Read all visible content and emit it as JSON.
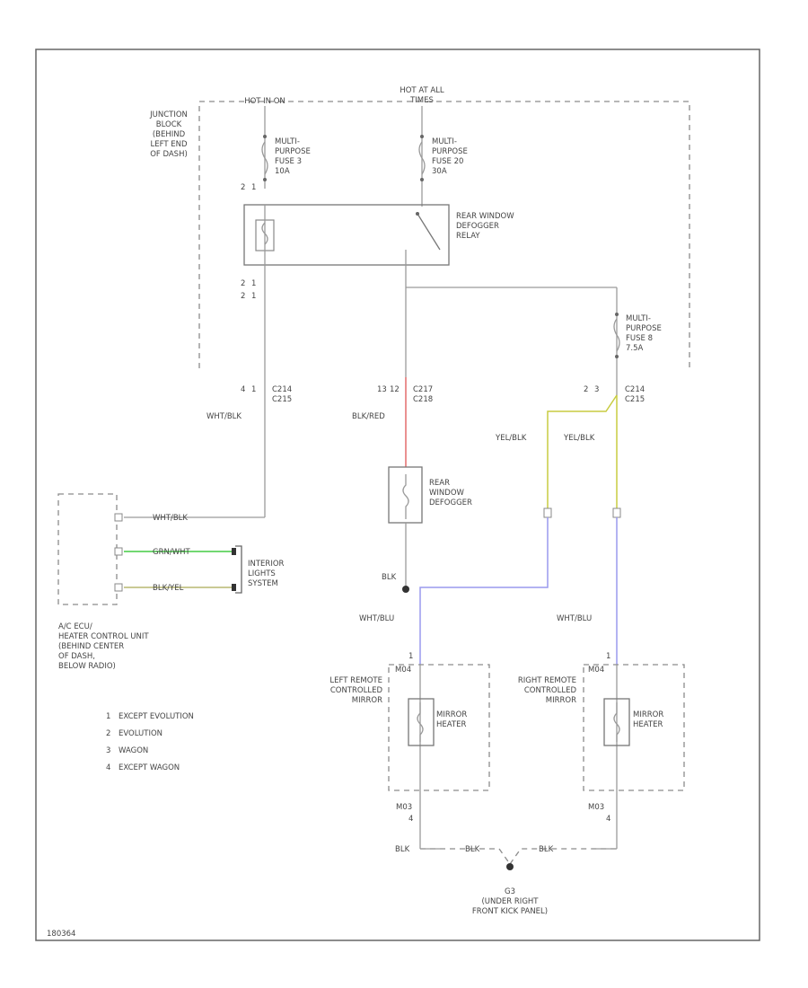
{
  "labels": {
    "hot_run": "HOT IN ON",
    "hot_all": "HOT AT ALL\nTIMES",
    "junction_block": "JUNCTION\nBLOCK\n(BEHIND\nLEFT END\nOF DASH)",
    "fuse_left": "MULTI-\nPURPOSE\nFUSE 3\n10A",
    "fuse_mid": "MULTI-\nPURPOSE\nFUSE 20\n30A",
    "fuse_right": "MULTI-\nPURPOSE\nFUSE 8\n7.5A",
    "relay": "REAR WINDOW\nDEFOGGER\nRELAY",
    "defogger": "REAR\nWINDOW\nDEFOGGER",
    "interior_lights": "INTERIOR\nLIGHTS\nSYSTEM",
    "ac_ecu": "A/C ECU/\nHEATER CONTROL UNIT\n(BEHIND CENTER\nOF DASH,\nBELOW RADIO)",
    "left_mirror": "LEFT REMOTE\nCONTROLLED\nMIRROR",
    "right_mirror": "RIGHT REMOTE\nCONTROLLED\nMIRROR",
    "mirror_heater": "MIRROR\nHEATER",
    "ground": "G3\n(UNDER RIGHT\nFRONT KICK PANEL)",
    "footer": "180364"
  },
  "wires": {
    "wht_blk_1": "WHT/BLK",
    "wht_blk_2": "WHT/BLK",
    "grn_wht": "GRN/WHT",
    "blk_yel": "BLK/YEL",
    "blk_red": "BLK/RED",
    "yel_blk_1": "YEL/BLK",
    "yel_blk_2": "YEL/BLK",
    "blk_1": "BLK",
    "wht_blu_1": "WHT/BLU",
    "wht_blu_2": "WHT/BLU",
    "blk_2": "BLK",
    "blk_3": "BLK",
    "blk_4": "BLK"
  },
  "connectors": {
    "c214_a": "C214\nC215",
    "c217": "C217\nC218",
    "c214_b": "C214\nC215",
    "m04_l": "M04",
    "m03_l": "M03",
    "m04_r": "M04",
    "m03_r": "M03"
  },
  "pins": {
    "p2_a": "2",
    "p1_a": "1",
    "p2_b": "2",
    "p1_b": "1",
    "p2_c": "2",
    "p1_c": "1",
    "p4_a": "4",
    "p1_d": "1",
    "p13_a": "13",
    "p12_a": "12",
    "p2_d": "2",
    "p3_a": "3",
    "p1_e": "1",
    "p4_b": "4",
    "p1_f": "1",
    "p4_c": "4"
  },
  "legend": [
    {
      "num": "1",
      "text": "EXCEPT EVOLUTION"
    },
    {
      "num": "2",
      "text": "EVOLUTION"
    },
    {
      "num": "3",
      "text": "WAGON"
    },
    {
      "num": "4",
      "text": "EXCEPT WAGON"
    }
  ],
  "colors": {
    "wire_gray": "#9a9a9a",
    "wire_red": "#e06060",
    "wire_yellow": "#c8cc40",
    "wire_blue": "#9a9aee",
    "wire_green": "#44cc44",
    "wire_tan": "#b9b870"
  }
}
